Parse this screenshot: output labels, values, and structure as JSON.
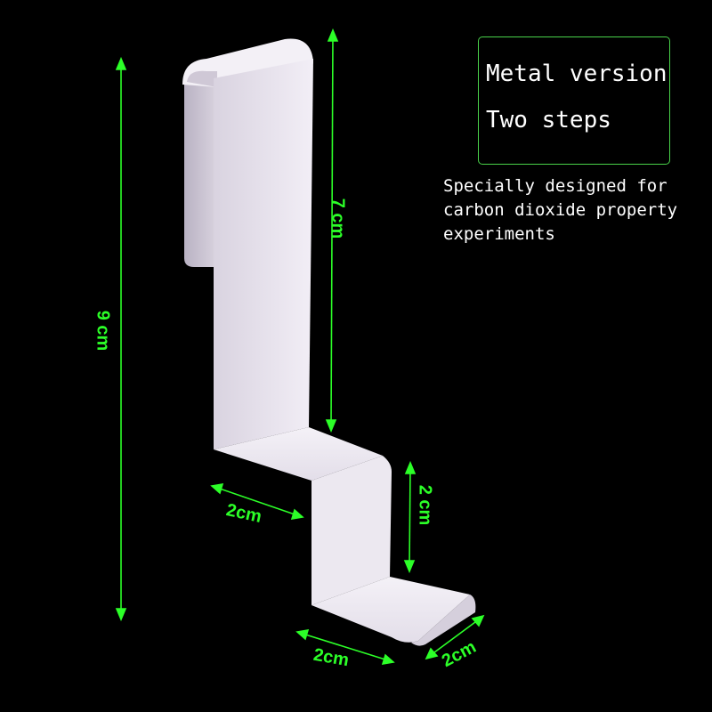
{
  "info_box": {
    "line1": "Metal version",
    "line2": "Two steps"
  },
  "description": {
    "line1": "Specially designed for",
    "line2": "carbon dioxide property",
    "line3": "experiments"
  },
  "dimensions": {
    "total_height": "9 cm",
    "upper_height": "7 cm",
    "step_height": "2 cm",
    "step_depth": "2cm",
    "bottom_depth": "2cm",
    "width": "2cm"
  },
  "colors": {
    "background": "#000000",
    "dimension_green": "#2cff28",
    "box_border": "#49d24a",
    "metal": "#e9e4ee"
  }
}
